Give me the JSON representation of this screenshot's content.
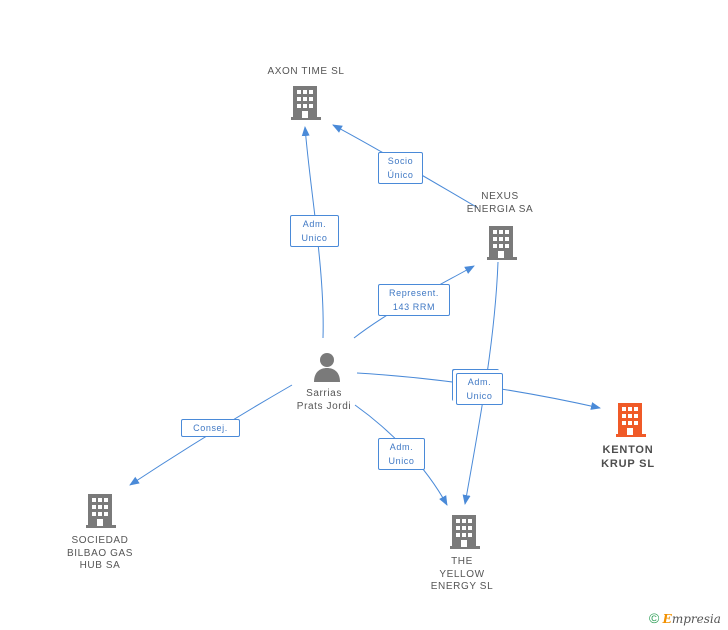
{
  "nodes": {
    "axon": "AXON TIME SL",
    "nexus": "NEXUS\nENERGIA SA",
    "kenton": "KENTON\nKRUP SL",
    "sarrias": "Sarrias\nPrats Jordi",
    "sociedad": "SOCIEDAD\nBILBAO GAS\nHUB SA",
    "yellow": "THE\nYELLOW\nENERGY SL"
  },
  "edges": {
    "socio_unico": "Socio\nÚnico",
    "adm_unico_axon": "Adm.\nUnico",
    "represent": "Represent.\n143 RRM",
    "adm_unico_kenton": "Adm.\nUnico",
    "consej": "Consej.",
    "adm_unico_yellow": "Adm.\nUnico"
  },
  "footer": {
    "copyright": "©",
    "brand_initial": "E",
    "brand_rest": "mpresia"
  },
  "colors": {
    "edge": "#4a8ad8",
    "company_icon": "#7a7a7a",
    "highlight_icon": "#f05a28",
    "person_icon": "#7a7a7a"
  }
}
